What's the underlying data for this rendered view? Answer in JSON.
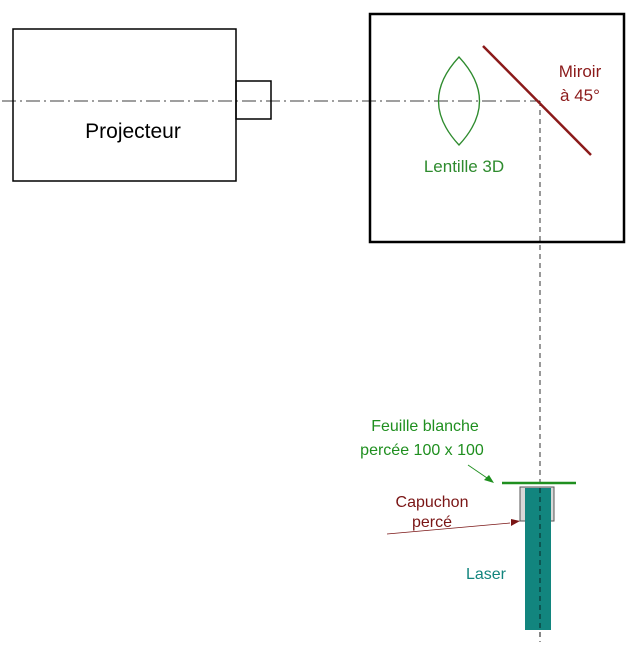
{
  "labels": {
    "projector": "Projecteur",
    "mirror_line1": "Miroir",
    "mirror_line2": "à 45°",
    "lens": "Lentille 3D",
    "sheet_line1": "Feuille blanche",
    "sheet_line2": "percée 100 x 100",
    "cap_line1": "Capuchon",
    "cap_line2": "percé",
    "laser": "Laser"
  },
  "colors": {
    "outline": "#000000",
    "mirror": "#8b1a1a",
    "lens": "#2e8b2e",
    "sheet": "#1f8f1f",
    "cap_text": "#7a1515",
    "laser": "#12857e",
    "cap_body": "#d8d8d8"
  }
}
